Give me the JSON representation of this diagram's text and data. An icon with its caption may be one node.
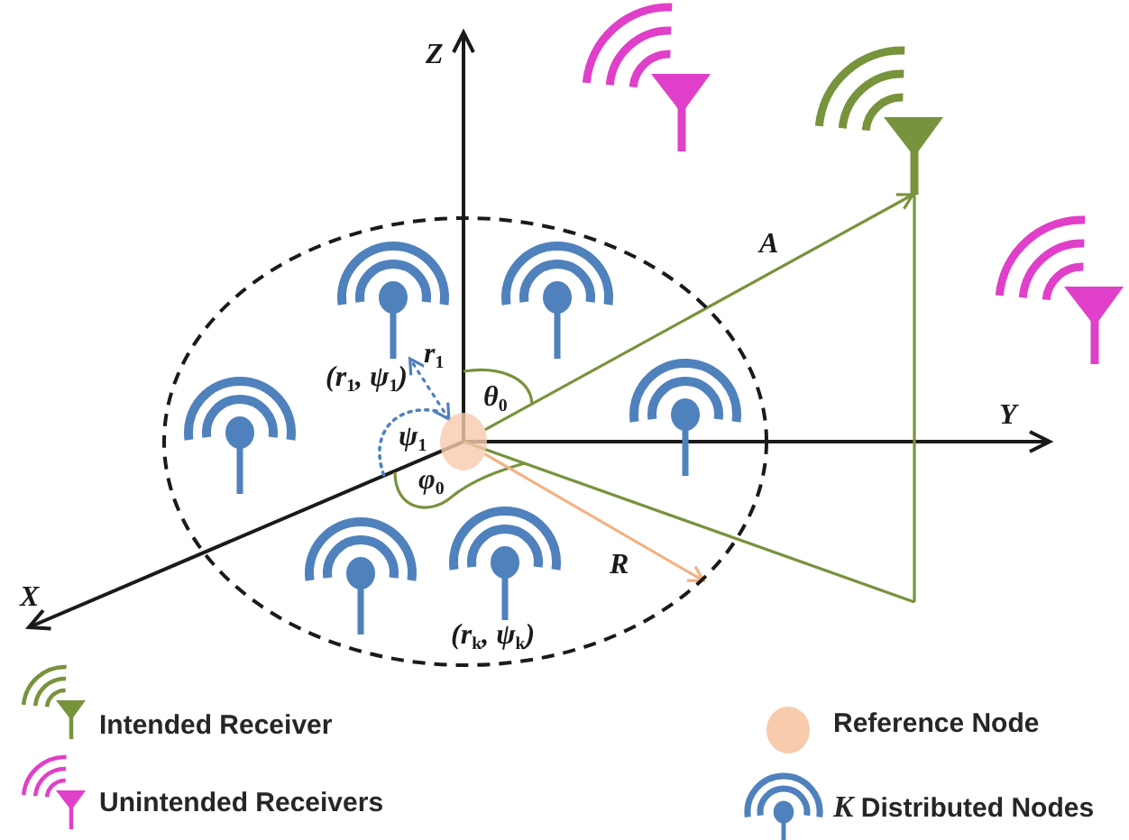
{
  "diagram": {
    "nodes": [
      {
        "text": [],
        "shape": "antenna"
      },
      {
        "text": [],
        "shape": "antenna"
      },
      {
        "text": [],
        "shape": "ellipse"
      },
      {
        "text": [],
        "shape": "transmitter",
        "in": 2,
        "beside": [
          "(r$_{1}$, ψ$_{1}$)"
        ]
      },
      {
        "text": [],
        "shape": "transmitter",
        "in": 2
      },
      {
        "text": [],
        "shape": "antenna"
      },
      {
        "text": [],
        "shape": "transmitter",
        "in": 2
      },
      {
        "text": [],
        "shape": "transmitter",
        "in": 2
      },
      {
        "text": [],
        "shape": "circle",
        "in": 2
      },
      {
        "text": [],
        "shape": "transmitter",
        "in": 2,
        "beside": [
          "(r$_{k}$, ψ$_{k}$)"
        ]
      },
      {
        "text": [],
        "shape": "transmitter",
        "in": 2
      }
    ],
    "edges": [
      {
        "from": 8,
        "to": 1,
        "arrow": "to",
        "label": "A",
        "color": "#77933c"
      },
      {
        "from": 8,
        "to": 3,
        "arrow": "both",
        "label": "r$_{1}$",
        "style": "dashed",
        "color": "#4f81bd"
      },
      {
        "from": 8,
        "to": 2,
        "arrow": "to",
        "label": "R",
        "color": "#f4b183"
      }
    ],
    "labels": [
      "Z",
      "θ$_{0}$",
      "Y",
      "ψ$_{1}$",
      "φ$_{0}$",
      "X"
    ],
    "legend": [
      {
        "text": "Intended Receiver"
      },
      {
        "text": "Reference Node",
        "color": "#f8cbad"
      },
      {
        "text": "Unintended Receivers"
      },
      {
        "text": "*K* Distributed Nodes"
      }
    ]
  }
}
